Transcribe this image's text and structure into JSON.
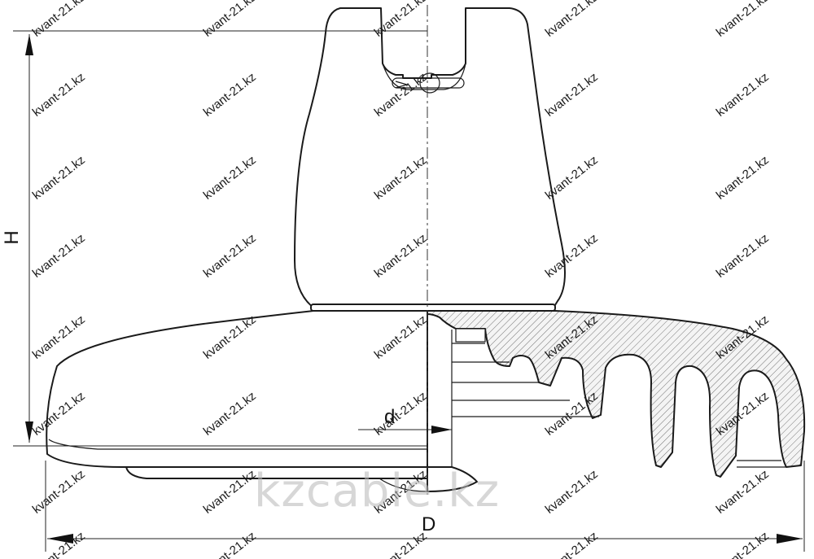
{
  "drawing": {
    "subject": "suspension-disc-insulator-section",
    "colors": {
      "line": "#1a1a1a",
      "background": "#ffffff",
      "watermark_big": "#b8b8b8"
    },
    "dimensions": {
      "height_label": "H",
      "diameter_label": "D",
      "pin_label": "d"
    }
  },
  "watermark": {
    "small_text": "kvant-21.kz",
    "big_text": "kzcable.kz"
  }
}
